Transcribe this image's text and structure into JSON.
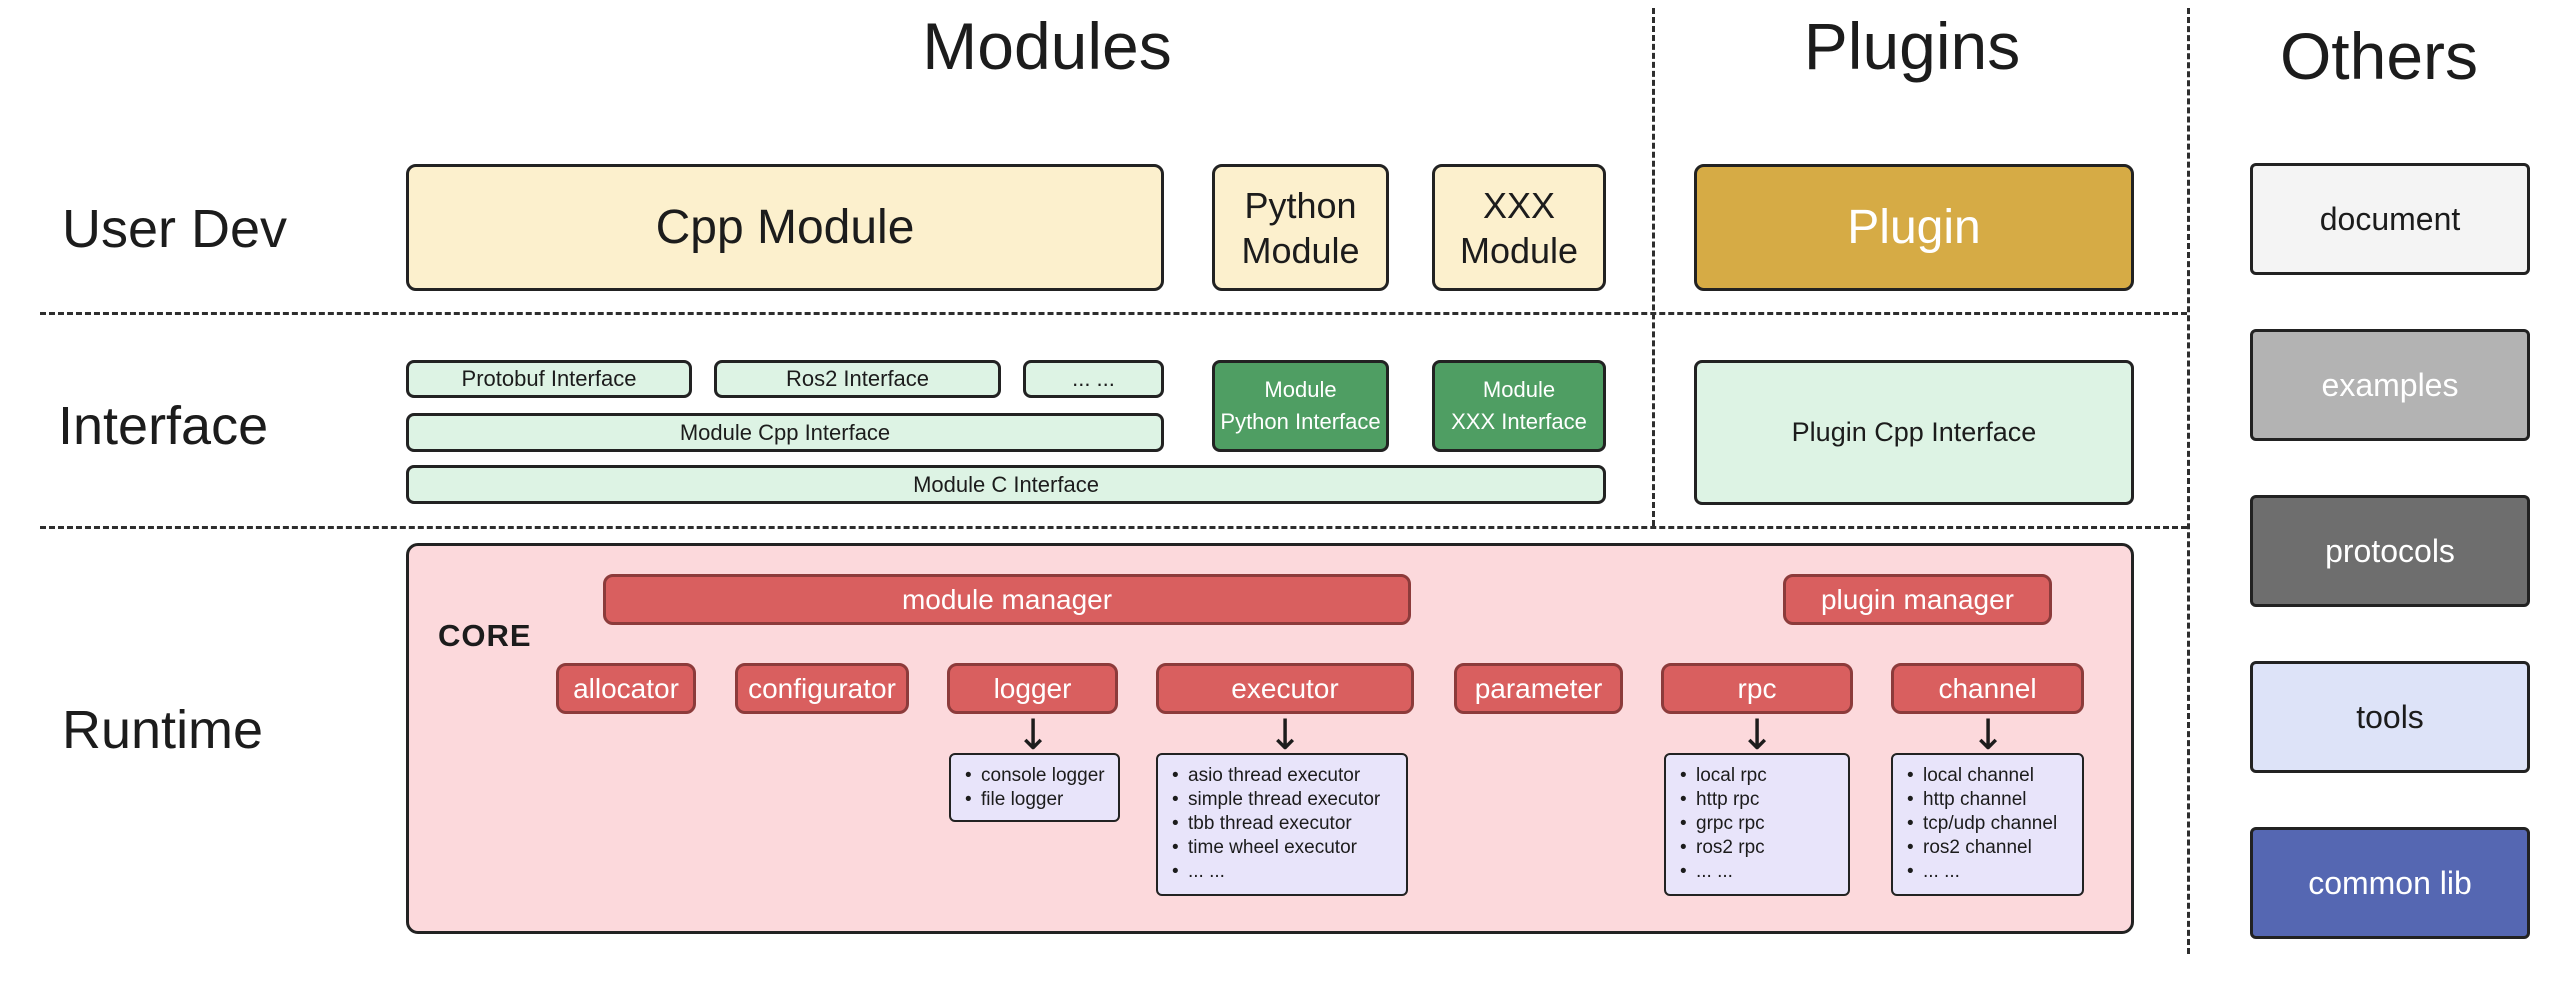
{
  "headers": {
    "modules": "Modules",
    "plugins": "Plugins",
    "others": "Others"
  },
  "row_labels": {
    "user_dev": "User Dev",
    "interface": "Interface",
    "runtime": "Runtime"
  },
  "user_dev": {
    "cpp_module": "Cpp Module",
    "python_module": "Python\nModule",
    "xxx_module": "XXX\nModule",
    "plugin": "Plugin"
  },
  "interface": {
    "protobuf": "Protobuf Interface",
    "ros2": "Ros2 Interface",
    "more": "... ...",
    "module_cpp": "Module Cpp Interface",
    "module_c": "Module C Interface",
    "module_python": "Module\nPython Interface",
    "module_xxx": "Module\nXXX Interface",
    "plugin_cpp": "Plugin Cpp Interface"
  },
  "runtime": {
    "core_label": "CORE",
    "module_manager": "module manager",
    "plugin_manager": "plugin manager",
    "components": [
      "allocator",
      "configurator",
      "logger",
      "executor",
      "parameter",
      "rpc",
      "channel"
    ],
    "logger_items": [
      "console logger",
      "file logger"
    ],
    "executor_items": [
      "asio thread executor",
      "simple thread executor",
      "tbb thread executor",
      "time wheel executor",
      "... ..."
    ],
    "rpc_items": [
      "local rpc",
      "http rpc",
      "grpc rpc",
      "ros2 rpc",
      "... ..."
    ],
    "channel_items": [
      "local channel",
      "http channel",
      "tcp/udp channel",
      "ros2 channel",
      "... ..."
    ]
  },
  "others": {
    "items": [
      {
        "label": "document"
      },
      {
        "label": "examples"
      },
      {
        "label": "protocols"
      },
      {
        "label": "tools"
      },
      {
        "label": "common lib"
      }
    ]
  },
  "icons": {
    "down_arrow": "↓"
  },
  "colors": {
    "ink": "#222222",
    "cream": "#fcf0cd",
    "gold": "#d6ab45",
    "green_light": "#ddf3e4",
    "green_dark": "#4f9e63",
    "pink": "#fcd9dc",
    "red": "#d95f5f",
    "red_border": "#8c3b3b",
    "lavender": "#e8e4fa",
    "doc_bg": "#f4f4f4",
    "examples_bg": "#b3b3b3",
    "protocols_bg": "#6e6e6e",
    "tools_bg": "#dde3f8",
    "commonlib_bg": "#5567b2"
  }
}
